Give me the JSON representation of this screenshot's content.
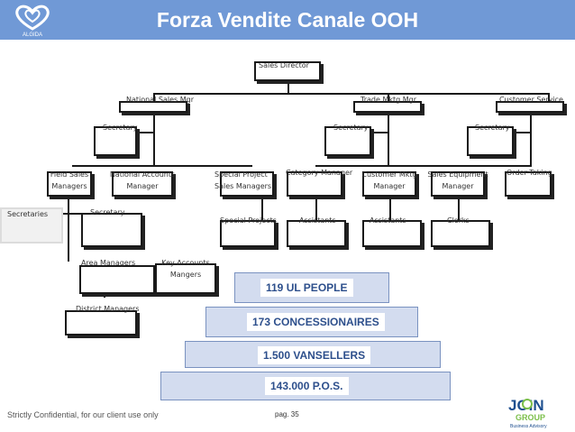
{
  "header": {
    "title": "Forza Vendite Canale OOH",
    "logo_text": "ALGIDA"
  },
  "org": {
    "sales_director": "Sales Director",
    "national_sales_mgr": "National Sales Mgr",
    "trade_mktg_mgr": "Trade Mktg Mgr",
    "customer_service": "Customer Service",
    "secretary_1": "Secretary",
    "secretary_2": "Secretary",
    "secretary_3": "Secretary",
    "field_sales_1": "Field Sales",
    "field_sales_2": "Managers",
    "national_accounts_1": "National Accounts",
    "national_accounts_2": "Manager",
    "special_project_1": "Special Project",
    "special_project_2": "Sales Managers",
    "category_manager": "Category Manager",
    "customer_mktg_1": "Customer Mktg",
    "customer_mktg_2": "Manager",
    "sales_equipment_1": "Sales Equipment",
    "sales_equipment_2": "Manager",
    "order_taking": "Order Taking",
    "secretaries": "Secretaries",
    "secretary_4": "Secretary",
    "special_projects": "Special Projects",
    "assistants_1": "Assistants",
    "assistants_2": "Assistants",
    "clerks": "Clerks",
    "area_managers": "Area Managers",
    "key_accounts_1": "Key Accounts",
    "key_accounts_2": "Mangers",
    "district_managers": "District Managers"
  },
  "pyramid": {
    "level1": "119 UL PEOPLE",
    "level2": "173 CONCESSIONAIRES",
    "level3": "1.500 VANSELLERS",
    "level4": "143.000 P.O.S."
  },
  "footer": {
    "confidential": "Strictly Confidential, for our client use only",
    "page": "pag. 35",
    "logo_main": "JOIN",
    "logo_sub": "GROUP",
    "logo_tag": "Business Advisory"
  },
  "colors": {
    "header_bg": "#7099d6",
    "pyramid_fill": "#d3dcef",
    "pyramid_text": "#2d4f8c"
  }
}
